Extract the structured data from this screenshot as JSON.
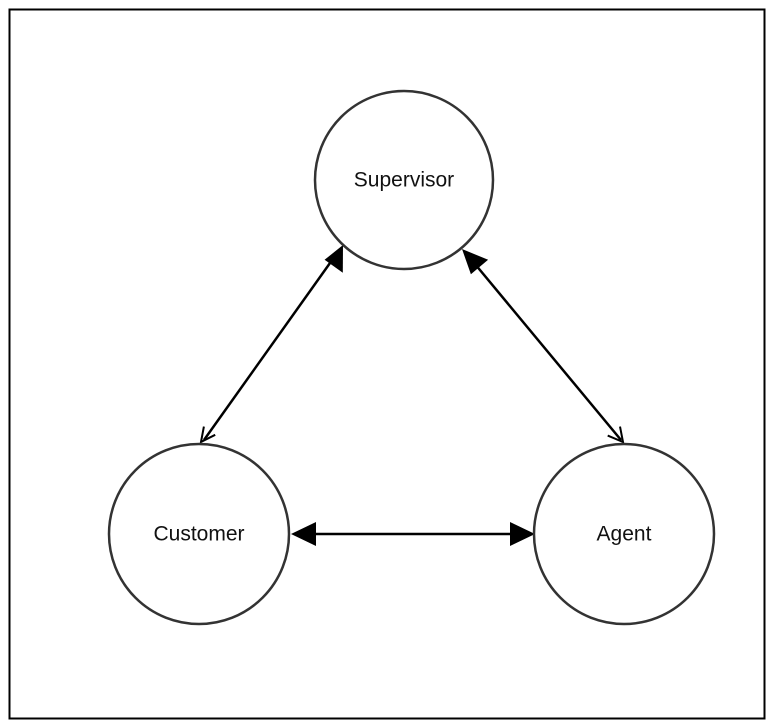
{
  "diagram": {
    "nodes": [
      {
        "id": "supervisor",
        "label": "Supervisor"
      },
      {
        "id": "customer",
        "label": "Customer"
      },
      {
        "id": "agent",
        "label": "Agent"
      }
    ],
    "edges": [
      {
        "from": "supervisor",
        "to": "customer",
        "bidirectional": true
      },
      {
        "from": "supervisor",
        "to": "agent",
        "bidirectional": true
      },
      {
        "from": "customer",
        "to": "agent",
        "bidirectional": true
      }
    ],
    "colors": {
      "stroke": "#333333",
      "arrow": "#000000",
      "border": "#000000",
      "background": "#ffffff"
    }
  }
}
